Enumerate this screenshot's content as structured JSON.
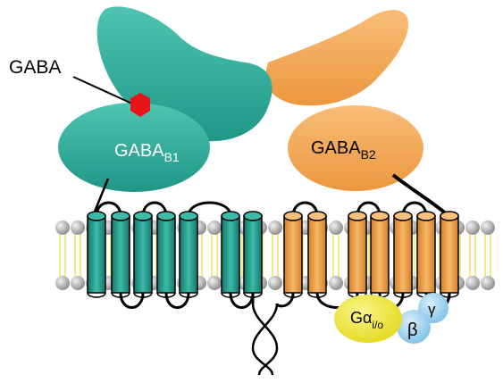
{
  "labels": {
    "ligand": "GABA",
    "b1_main": "GABA",
    "b1_sub": "B1",
    "b2_main": "GABA",
    "b2_sub": "B2",
    "galpha_main": "Gα",
    "galpha_sub": "i/o",
    "beta": "β",
    "gamma": "γ"
  },
  "colors": {
    "gaba_b1": "#2aa896",
    "gaba_b2": "#f0a050",
    "ligand": "#e8141a",
    "galpha": "#f3ea3a",
    "beta_gamma": "#9fd3ef",
    "lipid_head": "#b8b8b8",
    "lipid_tail": "#f3ee9a"
  }
}
